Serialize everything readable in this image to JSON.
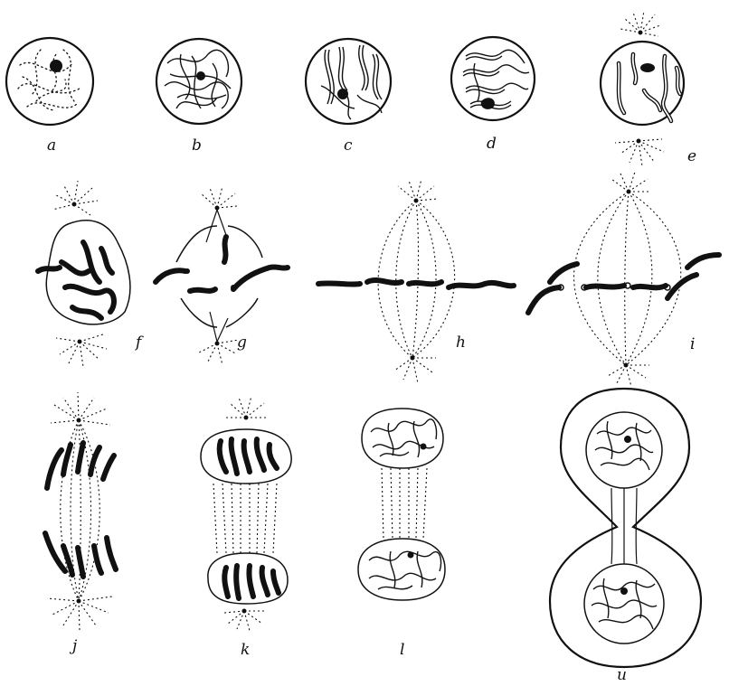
{
  "figure": {
    "panels": [
      {
        "id": "a",
        "label": "a"
      },
      {
        "id": "b",
        "label": "b"
      },
      {
        "id": "c",
        "label": "c"
      },
      {
        "id": "d",
        "label": "d"
      },
      {
        "id": "e",
        "label": "e"
      },
      {
        "id": "f",
        "label": "f"
      },
      {
        "id": "g",
        "label": "g"
      },
      {
        "id": "h",
        "label": "h"
      },
      {
        "id": "i",
        "label": "i"
      },
      {
        "id": "j",
        "label": "j"
      },
      {
        "id": "k",
        "label": "k"
      },
      {
        "id": "l",
        "label": "l"
      },
      {
        "id": "m",
        "label": "u"
      }
    ]
  }
}
